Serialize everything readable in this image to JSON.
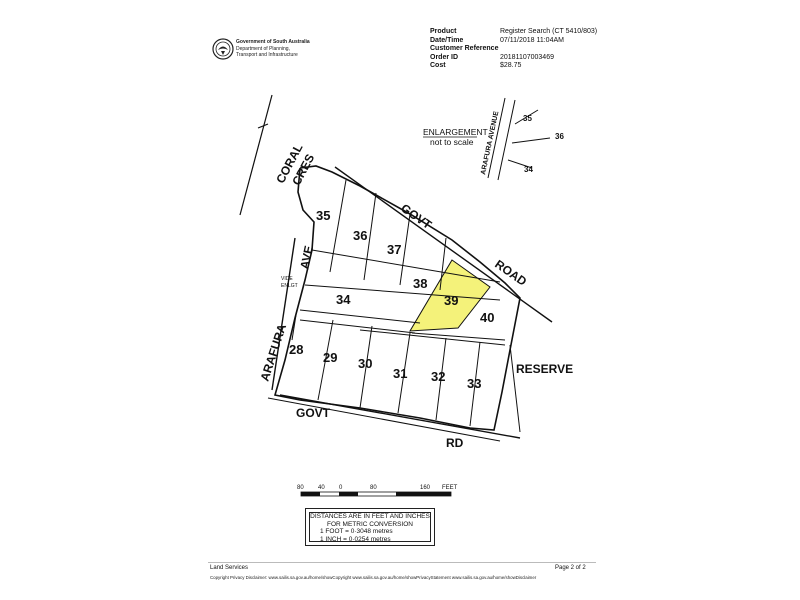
{
  "header": {
    "agency_line1": "Government of South Australia",
    "agency_line2": "Department of Planning,",
    "agency_line3": "Transport and Infrastructure"
  },
  "meta": {
    "rows": [
      {
        "key": "Product",
        "value": "Register Search (CT 5410/803)"
      },
      {
        "key": "Date/Time",
        "value": "07/11/2018 11:04AM"
      },
      {
        "key": "Customer Reference",
        "value": ""
      },
      {
        "key": "Order ID",
        "value": "20181107003469"
      },
      {
        "key": "Cost",
        "value": "$28.75"
      }
    ]
  },
  "plan": {
    "roads": {
      "coral_cres_1": "CORAL",
      "coral_cres_2": "CRES",
      "govt_road_1": "GOVT",
      "govt_road_2": "ROAD",
      "arafura_ave_1": "AVE",
      "arafura_ave_2": "ARAFURA",
      "govt_rd_1": "GOVT",
      "govt_rd_2": "RD",
      "reserve": "RESERVE",
      "vide_enlgt_1": "VIDE",
      "vide_enlgt_2": "ENLGT"
    },
    "lots": [
      "35",
      "36",
      "37",
      "38",
      "39",
      "34",
      "40",
      "28",
      "29",
      "30",
      "31",
      "32",
      "33"
    ],
    "enlargement": {
      "title": "ENLARGEMENT",
      "subtitle": "not to scale",
      "road": "ARAFURA AVENUE",
      "lot_a": "35",
      "lot_b": "36",
      "lot_c": "34"
    },
    "highlight_color": "#f4f27a"
  },
  "scale": {
    "ticks": [
      "80",
      "40",
      "0",
      "80",
      "160",
      "FEET"
    ]
  },
  "notes": {
    "line1": "DISTANCES ARE IN FEET AND INCHES",
    "line2": "FOR METRIC CONVERSION",
    "line3": "1 FOOT  =  0·3048 metres",
    "line4": "1 INCH  =  0·0254 metres"
  },
  "footer": {
    "left": "Land Services",
    "right": "Page 2 of 2",
    "copyright": "Copyright Privacy Disclaimer: www.sailis.sa.gov.au/home/showCopyright www.sailis.sa.gov.au/home/showPrivacyStatement www.sailis.sa.gov.au/home/showDisclaimer"
  }
}
